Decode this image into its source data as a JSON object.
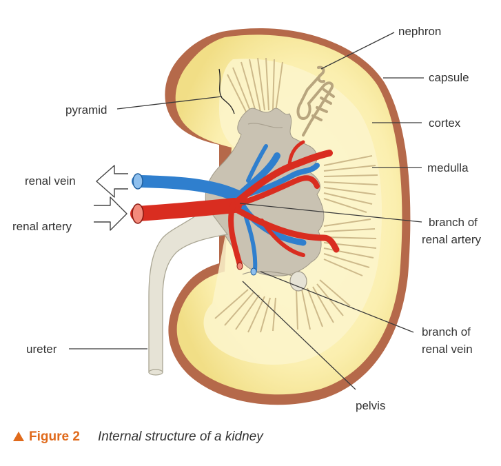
{
  "labels": {
    "nephron": "nephron",
    "capsule": "capsule",
    "pyramid": "pyramid",
    "cortex": "cortex",
    "renal_vein": "renal vein",
    "medulla": "medulla",
    "renal_artery": "renal artery",
    "branch_renal_artery_1": "branch of",
    "branch_renal_artery_2": "renal artery",
    "branch_renal_vein_1": "branch of",
    "branch_renal_vein_2": "renal vein",
    "ureter": "ureter",
    "pelvis": "pelvis"
  },
  "caption": {
    "figure": "Figure 2",
    "text": "Internal structure of a kidney"
  },
  "colors": {
    "capsule": "#b5694a",
    "cortex": "#f7eaa0",
    "medulla": "#fbf5cf",
    "pelvis": "#c9c2b2",
    "ureter": "#e6e3d6",
    "artery": "#d92d20",
    "vein": "#2f7fce",
    "caption_accent": "#e06a1b"
  }
}
